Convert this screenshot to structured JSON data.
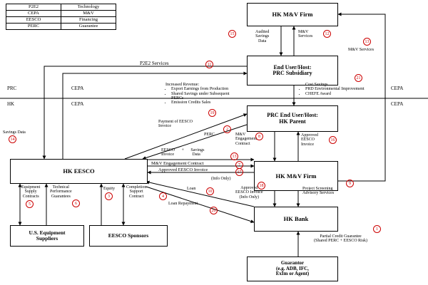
{
  "legend": [
    {
      "abbr": "P2E2",
      "meaning": "Technology"
    },
    {
      "abbr": "CEPA",
      "meaning": "M&V"
    },
    {
      "abbr": "EESCO",
      "meaning": "Financing"
    },
    {
      "abbr": "PERC",
      "meaning": "Guarantee"
    }
  ],
  "boxes": {
    "hk_mv_top": "HK M&V Firm",
    "end_user_l1": "End User/Host:",
    "end_user_l2": "PRC Subsidiary",
    "prc_parent_l1": "PRC End User/Host:",
    "prc_parent_l2": "HK Parent",
    "hk_eesco": "HK EESCO",
    "hk_mv_mid": "HK M&V Firm",
    "us_supp_l1": "U.S. Equipment",
    "us_supp_l2": "Suppliers",
    "sponsors": "EESCO Sponsors",
    "hk_bank": "HK Bank",
    "guarantor_l1": "Guarantor",
    "guarantor_l2": "(e.g. ADB, IFC,",
    "guarantor_l3": "ExIm or Agent)"
  },
  "regions": {
    "prc": "PRC",
    "cepa_left": "CEPA",
    "cepa_right_top": "CEPA",
    "hk": "HK",
    "cepa_left2": "CEPA",
    "cepa_right_bot": "CEPA"
  },
  "labels": {
    "audited_1": "Audited",
    "audited_2": "Savings",
    "audited_3": "Data",
    "mv_services_1": "M&V",
    "mv_services_2": "Services",
    "mv_services_right": "M&V Services",
    "p2e2_services": "P2E2 Services",
    "increased_revenue": "Increased Revenue:",
    "rev_1": "Export Earnings from Production",
    "rev_2": "Shared Savings under Subsequent",
    "rev_3": "PERCs",
    "rev_4": "Emission Credits Sales",
    "cost_1": "Cost Savings",
    "cost_2": "PRD Environmental Improvement",
    "cost_3": "CHEFE Award",
    "payment_1": "Payment of EESCO",
    "payment_2": "Invoice",
    "perc": "PERC",
    "savings_data_left": "Savings Data",
    "mv_eng_1": "M&V",
    "mv_eng_2": "Engagement",
    "mv_eng_3": "Contract",
    "approved_eesco_1": "Approved",
    "approved_eesco_2": "EESCO",
    "approved_eesco_3": "Invoice",
    "eesco_invoice_1": "EESCO",
    "eesco_invoice_plus": "+",
    "eesco_invoice_2": "Savings",
    "eesco_invoice_3": "Invoice",
    "eesco_invoice_4": "Data",
    "mv_eng_contract": "M&V Engagement Contract",
    "approved_invoice": "Approved EESCO Invoice",
    "info_only": "(Info Only)",
    "equip_1": "Equipment",
    "equip_2": "Supply",
    "equip_3": "Contracts",
    "tech_1": "Technical",
    "tech_2": "Performance",
    "tech_3": "Guarantees",
    "equity": "Equity",
    "comp_1": "Completion",
    "comp_2": "Support",
    "comp_3": "Contract",
    "loan": "Loan",
    "approved_info_1": "Approved",
    "approved_info_2": "EESCO Invoice",
    "approved_info_3": "(Info Only)",
    "proj_1": "Project Screening",
    "proj_2": "Advisory Services",
    "loan_repayment": "Loan Repayment",
    "pcg_1": "Partial Credit Guarantee",
    "pcg_2": "(Shared PERC + EESCO Risk)"
  },
  "numbers": [
    "15",
    "12",
    "13",
    "11",
    "21",
    "19",
    "2",
    "8",
    "16",
    "14",
    "13",
    "7",
    "17",
    "18",
    "9",
    "5",
    "6",
    "3",
    "4",
    "10",
    "20",
    "1"
  ]
}
